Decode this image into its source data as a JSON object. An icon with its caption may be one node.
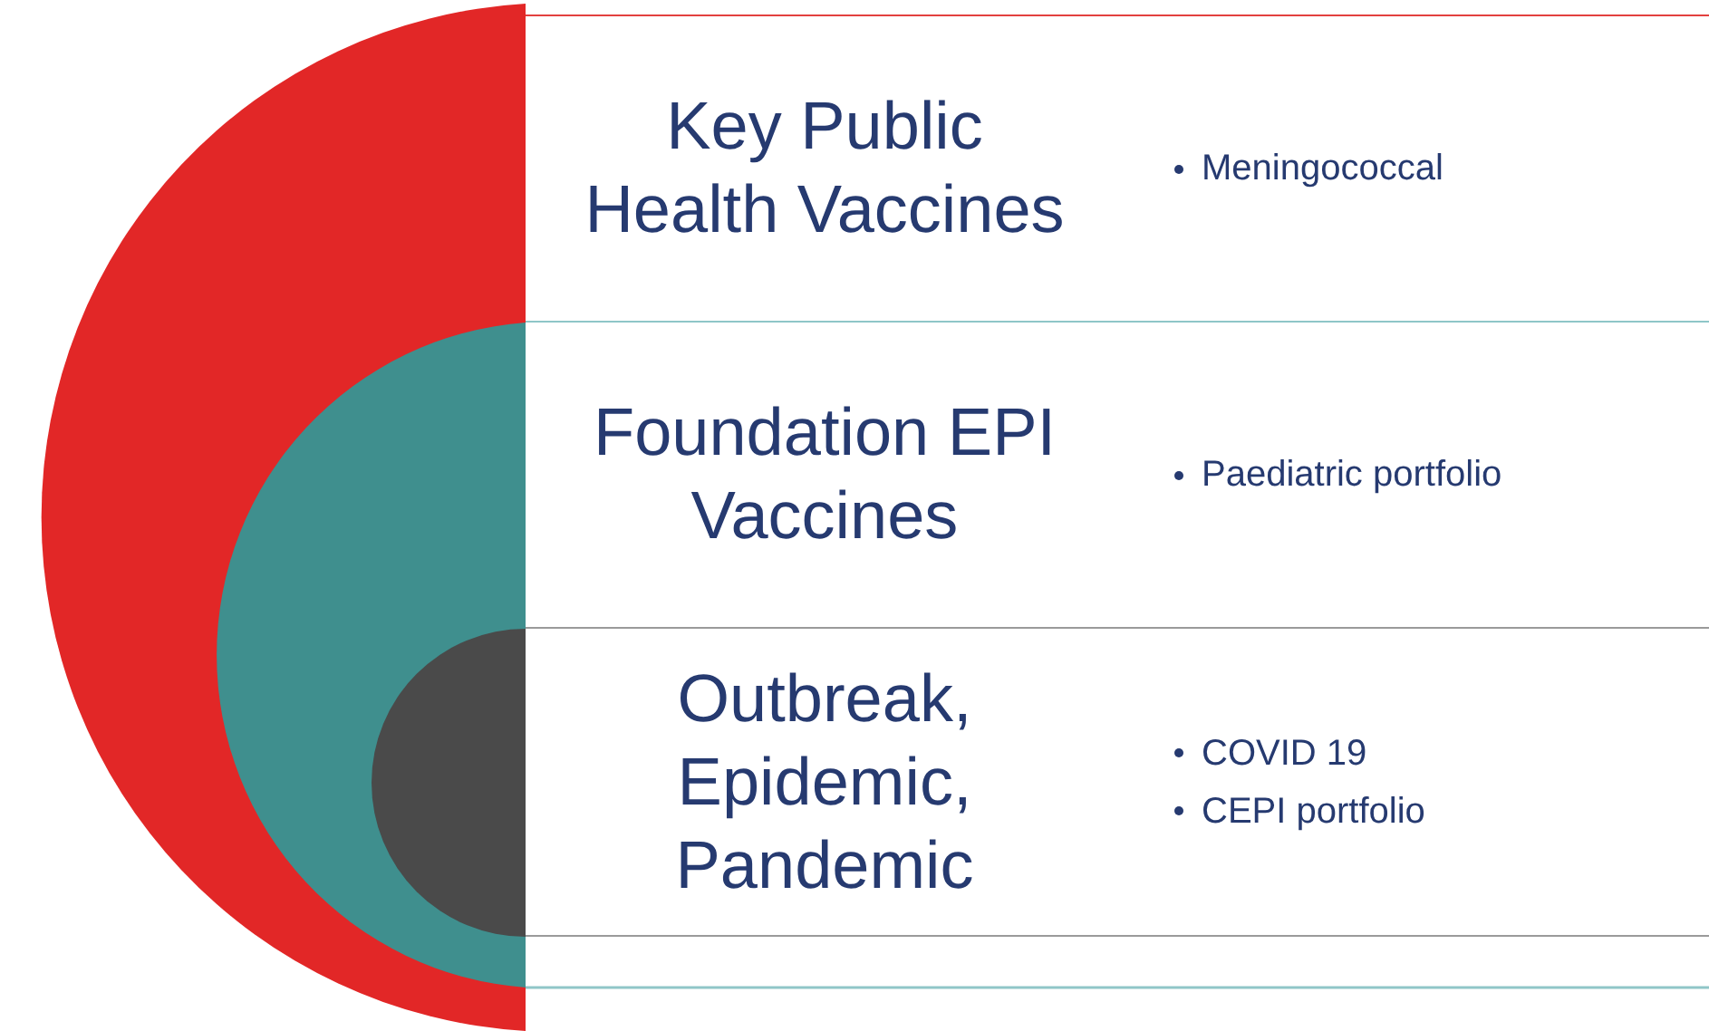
{
  "diagram": {
    "nodes": [
      {
        "text": [
          "Key Public Health Vaccines",
          "Meningococcal"
        ]
      },
      {
        "text": [
          "Foundation EPI Vaccines",
          "Paediatric portfolio"
        ]
      },
      {
        "text": [
          "Outbreak, Epidemic, Pandemic",
          "COVID 19",
          "CEPI portfolio"
        ]
      }
    ]
  }
}
